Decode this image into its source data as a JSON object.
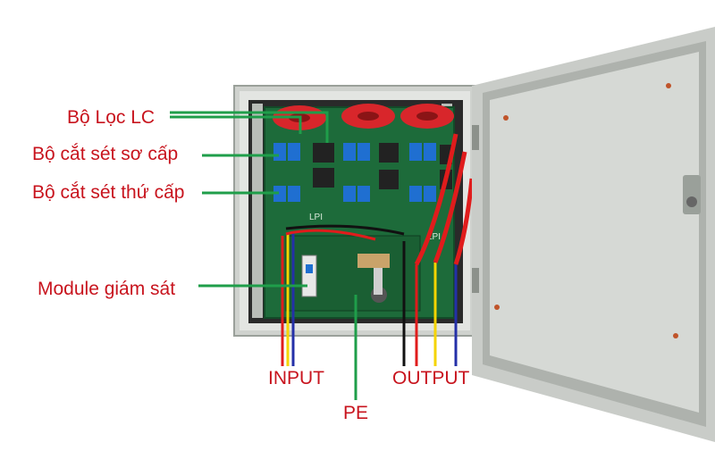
{
  "labels": {
    "lc_filter": "Bộ Lọc LC",
    "primary_surge": "Bộ cắt sét sơ cấp",
    "secondary_surge": "Bộ cắt sét thứ cấp",
    "monitor_module": "Module giám sát",
    "input": "INPUT",
    "output": "OUTPUT",
    "pe": "PE"
  },
  "board_marks": {
    "brand_left": "LPI",
    "brand_right": "LPI"
  },
  "colors": {
    "label_red": "#c8141e",
    "leader_green": "#1f9e4a",
    "wire_red": "#e01c1c",
    "wire_yellow": "#f5d400",
    "wire_blue": "#2430a8",
    "wire_black": "#111111",
    "wire_green": "#1f9e4a",
    "pcb_green": "#1d6b3a",
    "enclosure_grey": "#d9dcd8",
    "inductor_red": "#d8262b",
    "terminal_blue": "#1f6fd1"
  }
}
